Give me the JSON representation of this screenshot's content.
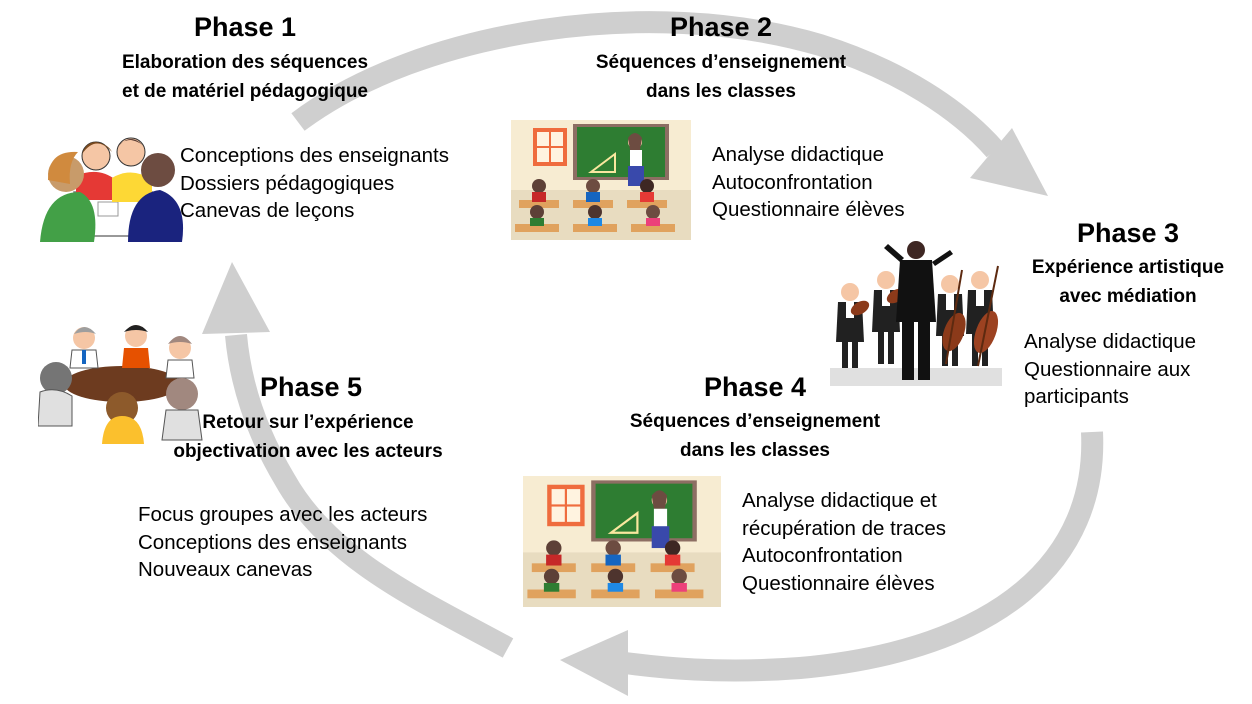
{
  "phases": [
    {
      "title": "Phase 1",
      "subtitle": [
        "Elaboration des séquences",
        "et de matériel pédagogique"
      ],
      "items": [
        "Conceptions des enseignants",
        "Dossiers pédagogiques",
        "Canevas de leçons"
      ],
      "image": "teachers-meeting-icon"
    },
    {
      "title": "Phase 2",
      "subtitle": [
        "Séquences d’enseignement",
        "dans les classes"
      ],
      "items": [
        "Analyse didactique",
        "Autoconfrontation",
        "Questionnaire élèves"
      ],
      "image": "classroom-icon"
    },
    {
      "title": "Phase 3",
      "subtitle": [
        "Expérience artistique",
        "avec médiation"
      ],
      "items": [
        "Analyse didactique",
        "Questionnaire aux",
        "participants"
      ],
      "image": "orchestra-icon"
    },
    {
      "title": "Phase 4",
      "subtitle": [
        "Séquences d’enseignement",
        "dans les classes"
      ],
      "items": [
        "Analyse didactique et",
        "récupération de traces",
        "Autoconfrontation",
        "Questionnaire élèves"
      ],
      "image": "classroom-icon"
    },
    {
      "title": "Phase 5",
      "subtitle": [
        "Retour sur l’expérience",
        "objectivation avec les acteurs"
      ],
      "items": [
        "Focus groupes avec les acteurs",
        "Conceptions des enseignants",
        "Nouveaux canevas"
      ],
      "image": "focus-group-icon"
    }
  ],
  "colors": {
    "arrow": "#cfcfcf",
    "board": "#2e7d32",
    "wall": "#f7ecd2",
    "floor": "#e8dcc0"
  }
}
